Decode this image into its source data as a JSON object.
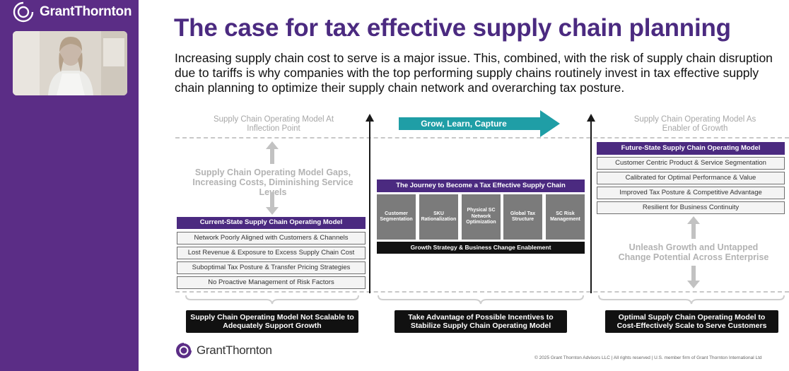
{
  "sidebar": {
    "brand_name": "GrantThornton",
    "video_caption": "speaker video"
  },
  "slide": {
    "title": "The case for tax effective supply chain planning",
    "subtitle": "Increasing supply chain cost to serve is a major issue.  This, combined, with the risk of supply chain disruption due to tariffs is why companies with the top performing supply chains routinely invest in tax effective supply chain planning to optimize their supply chain network and overarching tax posture."
  },
  "left_col": {
    "heading": "Supply Chain Operating Model At Inflection Point",
    "gaps": "Supply Chain Operating Model Gaps, Increasing Costs, Diminishing Service Levels",
    "current_state": "Current-State Supply Chain Operating Model",
    "items": [
      "Network Poorly Aligned with Customers & Channels",
      "Lost Revenue & Exposure to Excess Supply Chain Cost",
      "Suboptimal Tax Posture & Transfer Pricing Strategies",
      "No Proactive Management of Risk Factors"
    ],
    "callout": "Supply Chain Operating Model Not Scalable to Adequately Support Growth"
  },
  "middle_col": {
    "grow_label": "Grow, Learn, Capture",
    "journey": "The Journey to Become a Tax Effective Supply Chain",
    "steps": [
      "Customer Segmentation",
      "SKU Rationalization",
      "Physical SC Network Optimization",
      "Global Tax Structure",
      "SC Risk Management"
    ],
    "enablement": "Growth Strategy & Business Change Enablement",
    "callout": "Take Advantage of Possible Incentives to Stabilize Supply Chain Operating Model"
  },
  "right_col": {
    "heading": "Supply Chain Operating Model As Enabler of Growth",
    "future_state": "Future-State Supply Chain Operating Model",
    "items": [
      "Customer Centric Product & Service Segmentation",
      "Calibrated for Optimal Performance & Value",
      "Improved Tax Posture & Competitive Advantage",
      "Resilient for Business Continuity"
    ],
    "unleash": "Unleash Growth and Untapped Change Potential Across Enterprise",
    "callout": "Optimal Supply Chain Operating Model to Cost-Effectively Scale to Serve Customers"
  },
  "footer": {
    "brand_name": "GrantThornton",
    "copyright": "© 2025 Grant Thornton Advisors LLC  |  All rights reserved  |  U.S. member firm of Grant Thornton International Ltd"
  },
  "colors": {
    "purple": "#4b2a80",
    "sidebar": "#5b2d86",
    "teal": "#1f9ea6",
    "black": "#111111"
  }
}
